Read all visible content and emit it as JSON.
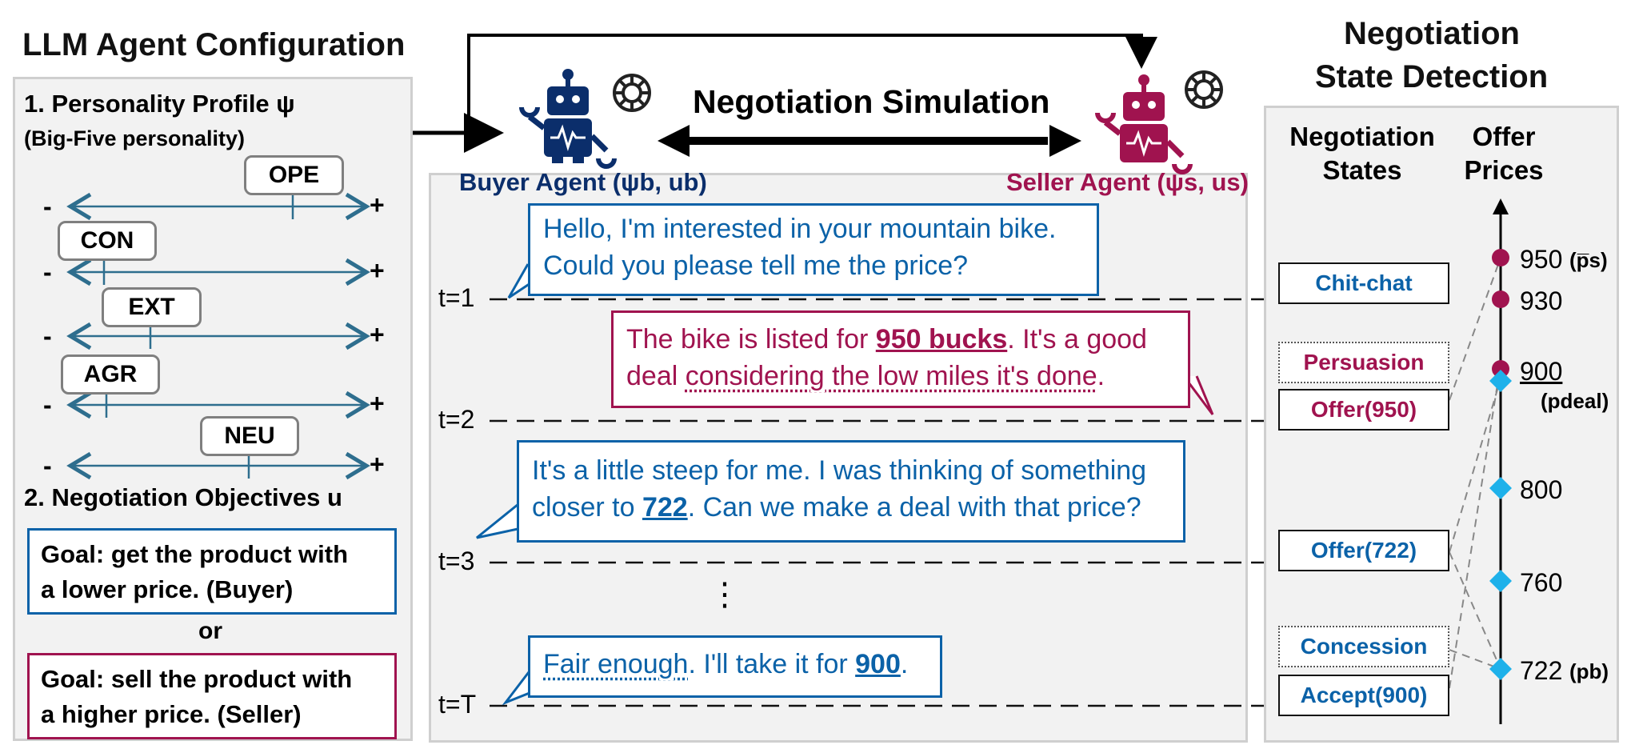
{
  "colors": {
    "buyer": "#0b62a8",
    "seller": "#a0134f",
    "diamond": "#1eb1ea",
    "panel": "#f2f2f2"
  },
  "left": {
    "title": "LLM Agent Configuration",
    "personality_heading": "1. Personality Profile ψ",
    "personality_sub": "(Big-Five personality)",
    "traits": [
      {
        "name": "OPE",
        "level": 0.74
      },
      {
        "name": "CON",
        "level": 0.11
      },
      {
        "name": "EXT",
        "level": 0.27
      },
      {
        "name": "AGR",
        "level": 0.12
      },
      {
        "name": "NEU",
        "level": 0.61
      }
    ],
    "minus": "-",
    "plus": "+",
    "objectives_heading": "2. Negotiation Objectives u",
    "buyer_goal_1": "Goal: get the product with",
    "buyer_goal_2": "a lower price. (Buyer)",
    "or": "or",
    "seller_goal_1": "Goal: sell the product with",
    "seller_goal_2": "a higher price. (Seller)"
  },
  "middle": {
    "title": "Negotiation Simulation",
    "buyer_label": "Buyer Agent (ψb, ub)",
    "seller_label": "Seller Agent (ψs, us)",
    "robot_icons": [
      "buyer-robot-icon",
      "seller-robot-icon",
      "openai-icon"
    ],
    "turns": [
      {
        "t": "t=1",
        "line1": "Hello, I'm interested in your mountain bike.",
        "line2": "Could you please tell me the price?"
      },
      {
        "t": "t=2",
        "pre": "The bike is listed for ",
        "em": "950 bucks",
        "post": ". It's a good",
        "line2a": "deal ",
        "line2b": "considering the low miles it's done",
        "line2c": "."
      },
      {
        "t": "t=3",
        "line1": "It's a little steep for me. I was thinking of something",
        "pre2": "closer to ",
        "em": "722",
        "post2": ". Can we make a deal with that price?"
      },
      {
        "t": "t=T",
        "pre": "",
        "dotted": "Fair enough",
        "mid": ". I'll take it for ",
        "em": "900",
        "post": "."
      }
    ],
    "ellipsis": "⋮"
  },
  "right": {
    "title_1": "Negotiation",
    "title_2": "State Detection",
    "col_states_1": "Negotiation",
    "col_states_2": "States",
    "col_prices_1": "Offer",
    "col_prices_2": "Prices",
    "states": [
      "Chit-chat",
      "Persuasion",
      "Offer(950)",
      "Offer(722)",
      "Concession",
      "Accept(900)"
    ],
    "prices": {
      "p950": "950",
      "p950_note": "(p̅s)",
      "p930": "930",
      "p900": "900",
      "p900_note": "(pdeal)",
      "p800": "800",
      "p760": "760",
      "p722": "722",
      "p722_note": "(pb)"
    }
  }
}
